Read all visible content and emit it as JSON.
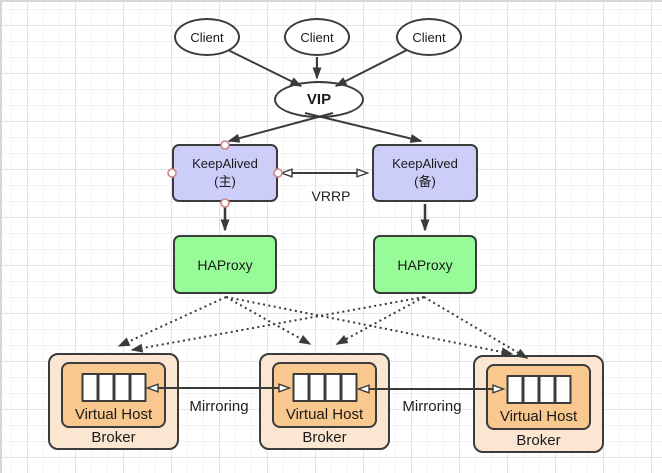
{
  "canvas": {
    "clients": [
      {
        "label": "Client"
      },
      {
        "label": "Client"
      },
      {
        "label": "Client"
      }
    ],
    "vip": {
      "label": "VIP"
    },
    "keepalived": [
      {
        "name": "KeepAlived",
        "role": "(主)"
      },
      {
        "name": "KeepAlived",
        "role": "(备)"
      }
    ],
    "haproxy": [
      {
        "label": "HAProxy"
      },
      {
        "label": "HAProxy"
      }
    ],
    "brokers": [
      {
        "virtual_host": "Virtual Host",
        "broker": "Broker",
        "queue_cells": 4
      },
      {
        "virtual_host": "Virtual Host",
        "broker": "Broker",
        "queue_cells": 4
      },
      {
        "virtual_host": "Virtual Host",
        "broker": "Broker",
        "queue_cells": 4
      }
    ],
    "edge_labels": {
      "vrrp": "VRRP",
      "mirroring_1": "Mirroring",
      "mirroring_2": "Mirroring"
    },
    "colors": {
      "keepalived_fill": "#cdcdf9",
      "haproxy_fill": "#97fb97",
      "broker_outer_fill": "#fbe7d1",
      "broker_inner_fill": "#f9c88e",
      "queue_cell_fill": "#ffffff",
      "stroke": "#3b3b3b",
      "connection_point_stroke": "#cf8585",
      "grid_minor": "#f2f2f3",
      "grid_major": "#e4e4e6"
    }
  }
}
